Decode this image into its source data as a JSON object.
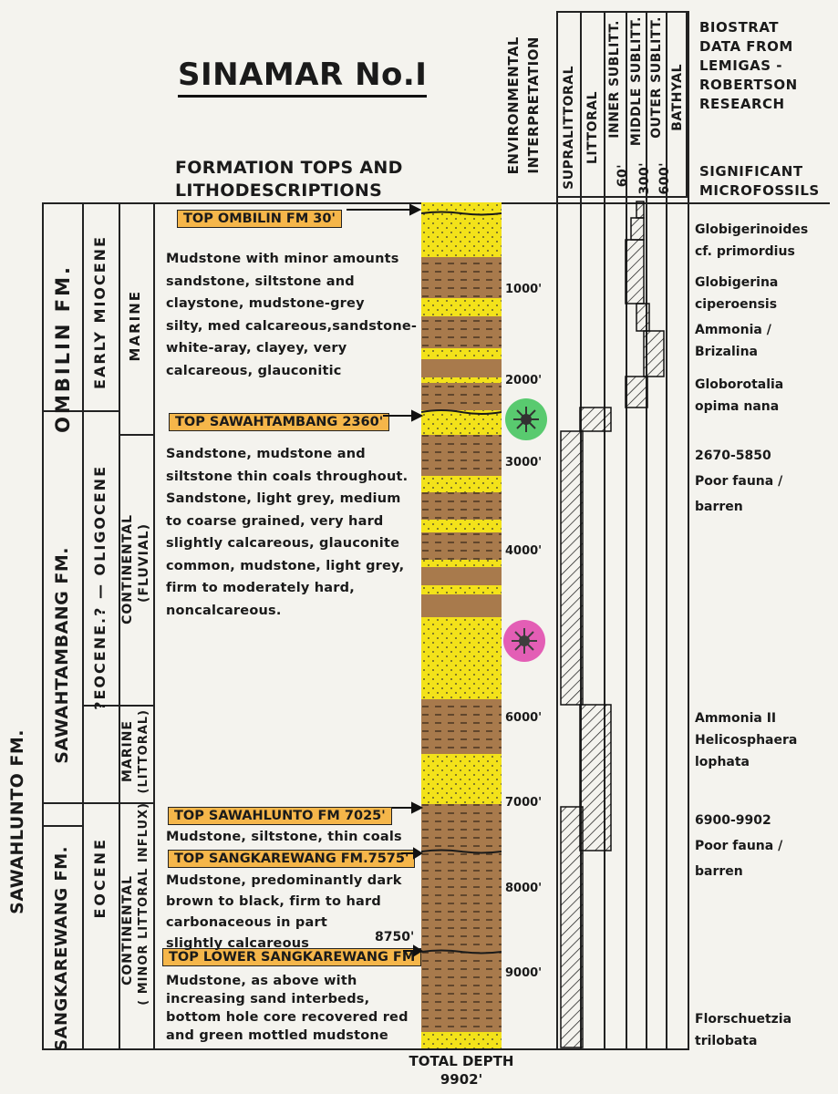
{
  "title": "SINAMAR No.I",
  "subtitle": [
    "FORMATION TOPS AND",
    "LITHODESCRIPTIONS"
  ],
  "env_header": [
    "ENVIRONMENTAL",
    "INTERPRETATION"
  ],
  "env_columns": [
    "SUPRALITTORAL",
    "LITTORAL",
    "INNER SUBLITT.",
    "MIDDLE SUBLITT.",
    "OUTER SUBLITT.",
    "BATHYAL"
  ],
  "env_depth_marks": [
    "60'",
    "300'",
    "600'"
  ],
  "biostrat_header": [
    "BIOSTRAT",
    "DATA FROM",
    "LEMIGAS -",
    "ROBERTSON",
    "RESEARCH"
  ],
  "microfossils_header": [
    "SIGNIFICANT",
    "MICROFOSSILS"
  ],
  "formations": {
    "sawahlunto": "SAWAHLUNTO FM.",
    "ombilin": "OMBILIN  FM.",
    "sawahtambang": "SAWAHTAMBANG FM.",
    "sangkarewang": "SANGKAREWANG FM."
  },
  "ages": {
    "early_miocene": "EARLY MIOCENE",
    "eocene_oligocene": "?EOCENE.? — OLIGOCENE",
    "eocene": "EOCENE"
  },
  "environments": {
    "marine1": "MARINE",
    "continental_fluvial": [
      "CONTINENTAL",
      "(FLUVIAL)"
    ],
    "marine_littoral": [
      "MARINE",
      "(LITTORAL)"
    ],
    "continental_minor": [
      "CONTINENTAL",
      "( MINOR LITTORAL INFLUX)"
    ]
  },
  "tops": {
    "ombilin": "TOP OMBILIN FM  30'",
    "sawahtambang": "TOP SAWAHTAMBANG 2360'",
    "sawahlunto": "TOP SAWAHLUNTO FM 7025'",
    "sangkarewang": "TOP SANGKAREWANG FM.7575'",
    "lower_sangkarewang_depth": "8750'",
    "lower_sangkarewang": "TOP LOWER SANGKAREWANG FM"
  },
  "descriptions": {
    "ombilin": [
      "Mudstone with minor amounts",
      "sandstone, siltstone and",
      "claystone, mudstone-grey",
      "silty, med calcareous,sandstone-",
      "white-aray, clayey, very",
      "calcareous, glauconitic"
    ],
    "sawahtambang": [
      "Sandstone, mudstone and",
      "siltstone thin coals throughout.",
      "Sandstone, light grey, medium",
      "to coarse grained, very hard",
      "slightly calcareous, glauconite",
      "common, mudstone, light grey,",
      "firm to moderately hard,",
      "noncalcareous."
    ],
    "sawahlunto": [
      "Mudstone, siltstone, thin coals"
    ],
    "sangkarewang": [
      "Mudstone, predominantly dark",
      "brown to black, firm to hard",
      "carbonaceous in part",
      "slightly calcareous"
    ],
    "lower_sangkarewang": [
      "Mudstone, as above with",
      "increasing sand interbeds,",
      "bottom hole core recovered red",
      "and green mottled mudstone"
    ]
  },
  "depth_labels": [
    "1000'",
    "2000'",
    "3000'",
    "4000'",
    "6000'",
    "7000'",
    "8000'",
    "9000'"
  ],
  "microfossils": {
    "group1": [
      "Globigerinoides",
      "cf. primordius"
    ],
    "group2": [
      "Globigerina",
      "ciperoensis"
    ],
    "group3": [
      "Ammonia /",
      "Brizalina"
    ],
    "group4": [
      "Globorotalia",
      "opima nana"
    ],
    "group5": [
      "2670-5850",
      "Poor fauna /",
      "barren"
    ],
    "group6": [
      "Ammonia II",
      "Helicosphaera",
      "lophata"
    ],
    "group7": [
      "6900-9902",
      "Poor fauna /",
      "barren"
    ],
    "group8": [
      "Florschuetzia",
      "trilobata"
    ]
  },
  "footer": [
    "TOTAL DEPTH",
    "9902'"
  ],
  "colors": {
    "sand": "#f3e21a",
    "mud": "#a87a4c",
    "label_highlight": "#f5b64a",
    "marker_green": "#3ec45a",
    "marker_magenta": "#e03aa8"
  }
}
